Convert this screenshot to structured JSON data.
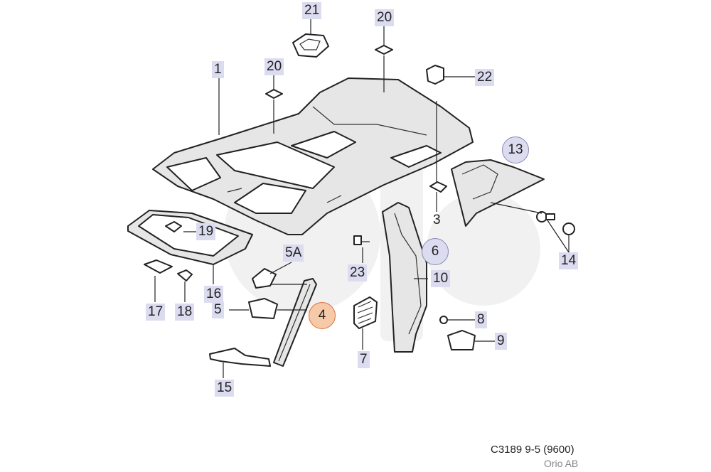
{
  "callouts": {
    "c1": "1",
    "c3": "3",
    "c4": "4",
    "c5": "5",
    "c5a": "5A",
    "c6": "6",
    "c7": "7",
    "c8": "8",
    "c9": "9",
    "c10": "10",
    "c13": "13",
    "c14": "14",
    "c15": "15",
    "c16": "16",
    "c17": "17",
    "c18": "18",
    "c19": "19",
    "c20a": "20",
    "c20b": "20",
    "c21": "21",
    "c22": "22",
    "c23": "23"
  },
  "footer": {
    "code": "C3189 9-5 (9600)",
    "brand": "Orio AB"
  },
  "colors": {
    "label_bg": "#dcdcf0",
    "highlight": "#f6c9a8",
    "highlight_border": "#e0703a",
    "watermark": "#f0f0f0"
  }
}
